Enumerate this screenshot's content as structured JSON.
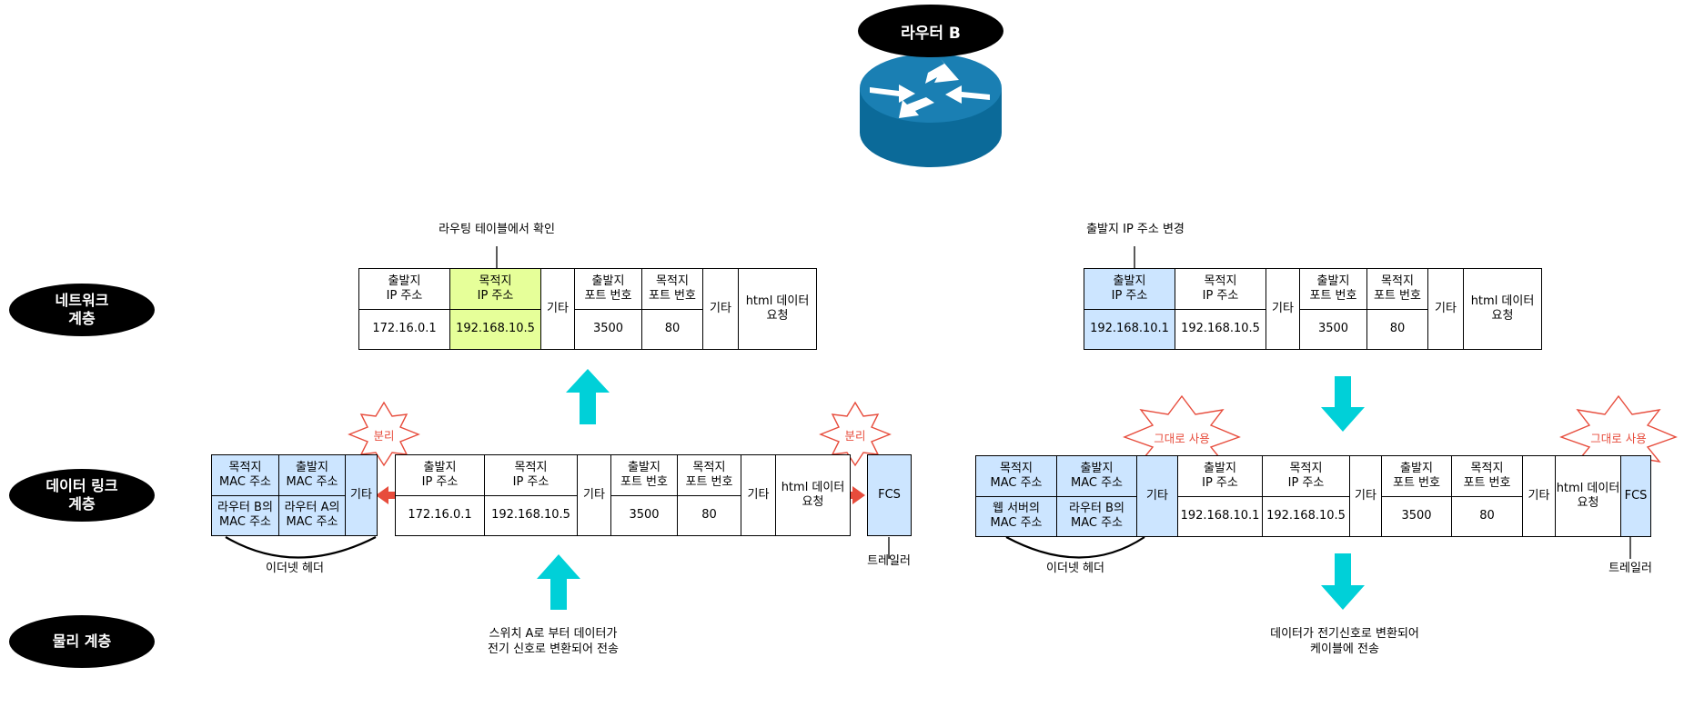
{
  "router": {
    "title": "라우터 B"
  },
  "layers": {
    "network": "네트워크\n계층",
    "datalink": "데이터 링크\n계층",
    "physical": "물리 계층"
  },
  "left": {
    "routing_note": "라우팅 테이블에서 확인",
    "network_packet": {
      "src_ip_h": "출발지\nIP 주소",
      "dst_ip_h": "목적지\nIP 주소",
      "etc1": "기타",
      "src_port_h": "출발지\n포트 번호",
      "dst_port_h": "목적지\n포트 번호",
      "etc2": "기타",
      "payload": "html 데이터\n요청",
      "src_ip": "172.16.0.1",
      "dst_ip": "192.168.10.5",
      "src_port": "3500",
      "dst_port": "80"
    },
    "frame": {
      "dst_mac_h": "목적지\nMAC 주소",
      "src_mac_h": "출발지\nMAC 주소",
      "dst_mac": "라우터 B의\nMAC 주소",
      "src_mac": "라우터 A의\nMAC 주소",
      "etc": "기타",
      "src_ip_h": "출발지\nIP 주소",
      "dst_ip_h": "목적지\nIP 주소",
      "etc1": "기타",
      "src_port_h": "출발지\n포트 번호",
      "dst_port_h": "목적지\n포트 번호",
      "etc2": "기타",
      "payload": "html 데이터\n요청",
      "src_ip": "172.16.0.1",
      "dst_ip": "192.168.10.5",
      "src_port": "3500",
      "dst_port": "80",
      "fcs": "FCS"
    },
    "burst1": "분리",
    "burst2": "분리",
    "ethernet_header": "이더넷 헤더",
    "trailer": "트레일러",
    "physical_note": "스위치 A로 부터 데이터가\n전기 신호로 변환되어 전송"
  },
  "right": {
    "change_note": "출발지 IP 주소 변경",
    "network_packet": {
      "src_ip_h": "출발지\nIP 주소",
      "dst_ip_h": "목적지\nIP 주소",
      "etc1": "기타",
      "src_port_h": "출발지\n포트 번호",
      "dst_port_h": "목적지\n포트 번호",
      "etc2": "기타",
      "payload": "html 데이터\n요청",
      "src_ip": "192.168.10.1",
      "dst_ip": "192.168.10.5",
      "src_port": "3500",
      "dst_port": "80"
    },
    "frame": {
      "dst_mac_h": "목적지\nMAC 주소",
      "src_mac_h": "출발지\nMAC 주소",
      "dst_mac": "웹 서버의\nMAC 주소",
      "src_mac": "라우터 B의\nMAC 주소",
      "etc": "기타",
      "src_ip_h": "출발지\nIP 주소",
      "dst_ip_h": "목적지\nIP 주소",
      "etc1": "기타",
      "src_port_h": "출발지\n포트 번호",
      "dst_port_h": "목적지\n포트 번호",
      "etc2": "기타",
      "payload": "html 데이터\n요청",
      "src_ip": "192.168.10.1",
      "dst_ip": "192.168.10.5",
      "src_port": "3500",
      "dst_port": "80",
      "fcs": "FCS"
    },
    "burst1": "그대로 사용",
    "burst2": "그대로 사용",
    "ethernet_header": "이더넷 헤더",
    "trailer": "트레일러",
    "physical_note": "데이터가 전기신호로 변환되어\n케이블에 전송"
  },
  "colors": {
    "arrow": "#00d0d8",
    "highlight_blue": "#cce5ff",
    "highlight_yellow": "#e6ff99",
    "burst": "#e74c3c",
    "router": "#0b6a99"
  }
}
